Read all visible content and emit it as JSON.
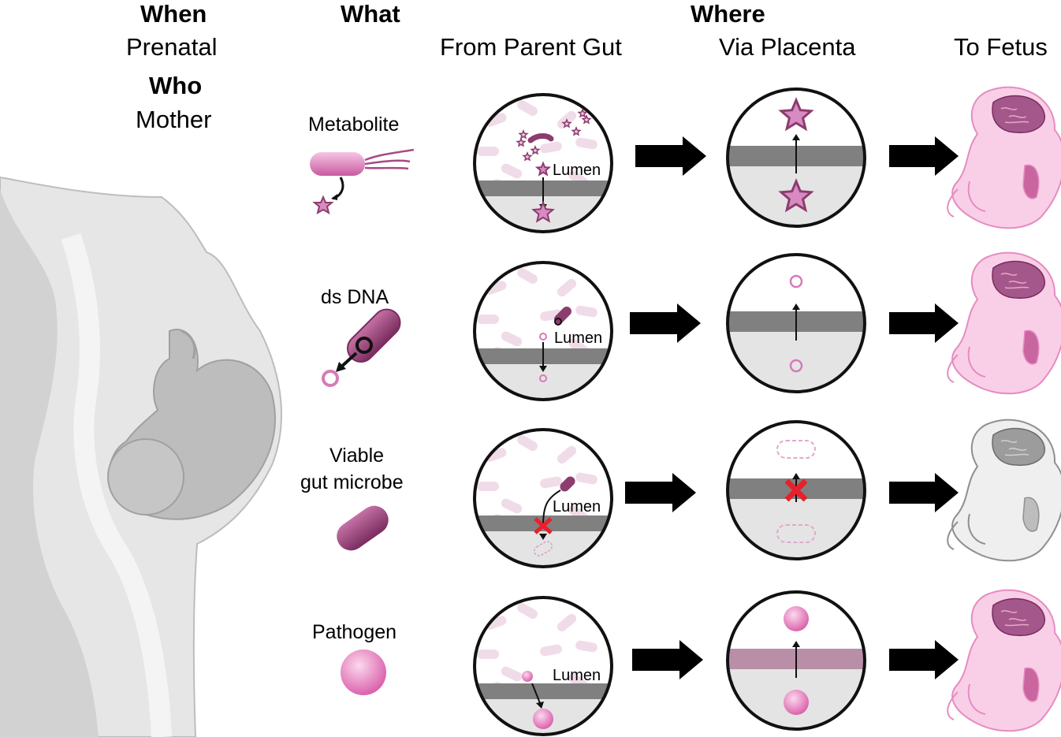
{
  "header": {
    "when_title": "When",
    "when_value": "Prenatal",
    "who_title": "Who",
    "who_value": "Mother",
    "what_title": "What",
    "where_title": "Where",
    "col_gut": "From Parent Gut",
    "col_placenta": "Via Placenta",
    "col_fetus": "To Fetus"
  },
  "rows": [
    {
      "label": "Metabolite",
      "lumen": "Lumen",
      "crosses_placenta": true
    },
    {
      "label": "ds DNA",
      "lumen": "Lumen",
      "crosses_placenta": true
    },
    {
      "label_line1": "Viable",
      "label_line2": "gut microbe",
      "lumen": "Lumen",
      "crosses_placenta": false
    },
    {
      "label": "Pathogen",
      "lumen": "Lumen",
      "crosses_placenta": true
    }
  ],
  "colors": {
    "pink_light": "#f3c9e3",
    "pink_mid": "#d77bb6",
    "magenta_dark": "#8c3c6e",
    "gray_barrier": "#808080",
    "gray_lumen": "#e4e4e4",
    "mauve_barrier": "#b98fa7",
    "block_red": "#e8202a",
    "mother_gray": "#d9d9d9"
  }
}
